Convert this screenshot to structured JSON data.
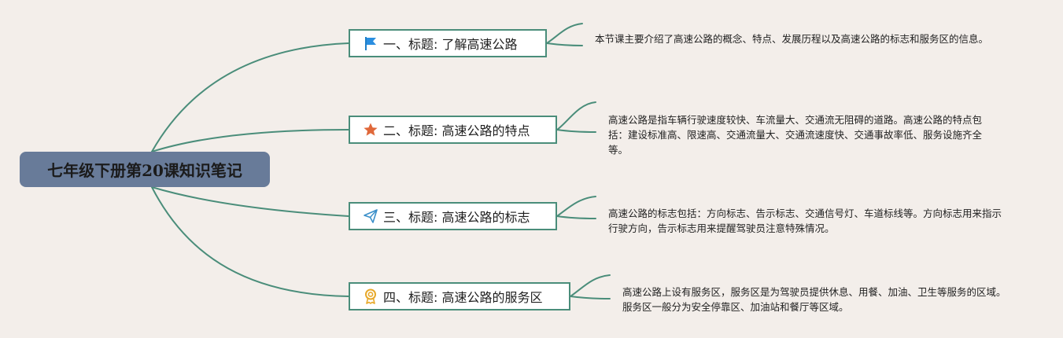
{
  "colors": {
    "background": "#f3eeea",
    "root_fill": "#687b99",
    "branch_line": "#4a8d7a",
    "topic_border": "#4a8d7a"
  },
  "root": {
    "label": "七年级下册第20课知识笔记"
  },
  "topics": [
    {
      "icon": "flag-icon",
      "label": "一、标题: 了解高速公路",
      "note": "本节课主要介绍了高速公路的概念、特点、发展历程以及高速公路的标志和服务区的信息。"
    },
    {
      "icon": "star-icon",
      "label": "二、标题: 高速公路的特点",
      "note": "高速公路是指车辆行驶速度较快、车流量大、交通流无阻碍的道路。高速公路的特点包括：建设标准高、限速高、交通流量大、交通流速度快、交通事故率低、服务设施齐全等。"
    },
    {
      "icon": "paper-plane-icon",
      "label": "三、标题: 高速公路的标志",
      "note": "高速公路的标志包括：方向标志、告示标志、交通信号灯、车道标线等。方向标志用来指示行驶方向，告示标志用来提醒驾驶员注意特殊情况。"
    },
    {
      "icon": "award-ribbon-icon",
      "label": "四、标题: 高速公路的服务区",
      "note": "高速公路上设有服务区，服务区是为驾驶员提供休息、用餐、加油、卫生等服务的区域。服务区一般分为安全停靠区、加油站和餐厅等区域。"
    }
  ]
}
